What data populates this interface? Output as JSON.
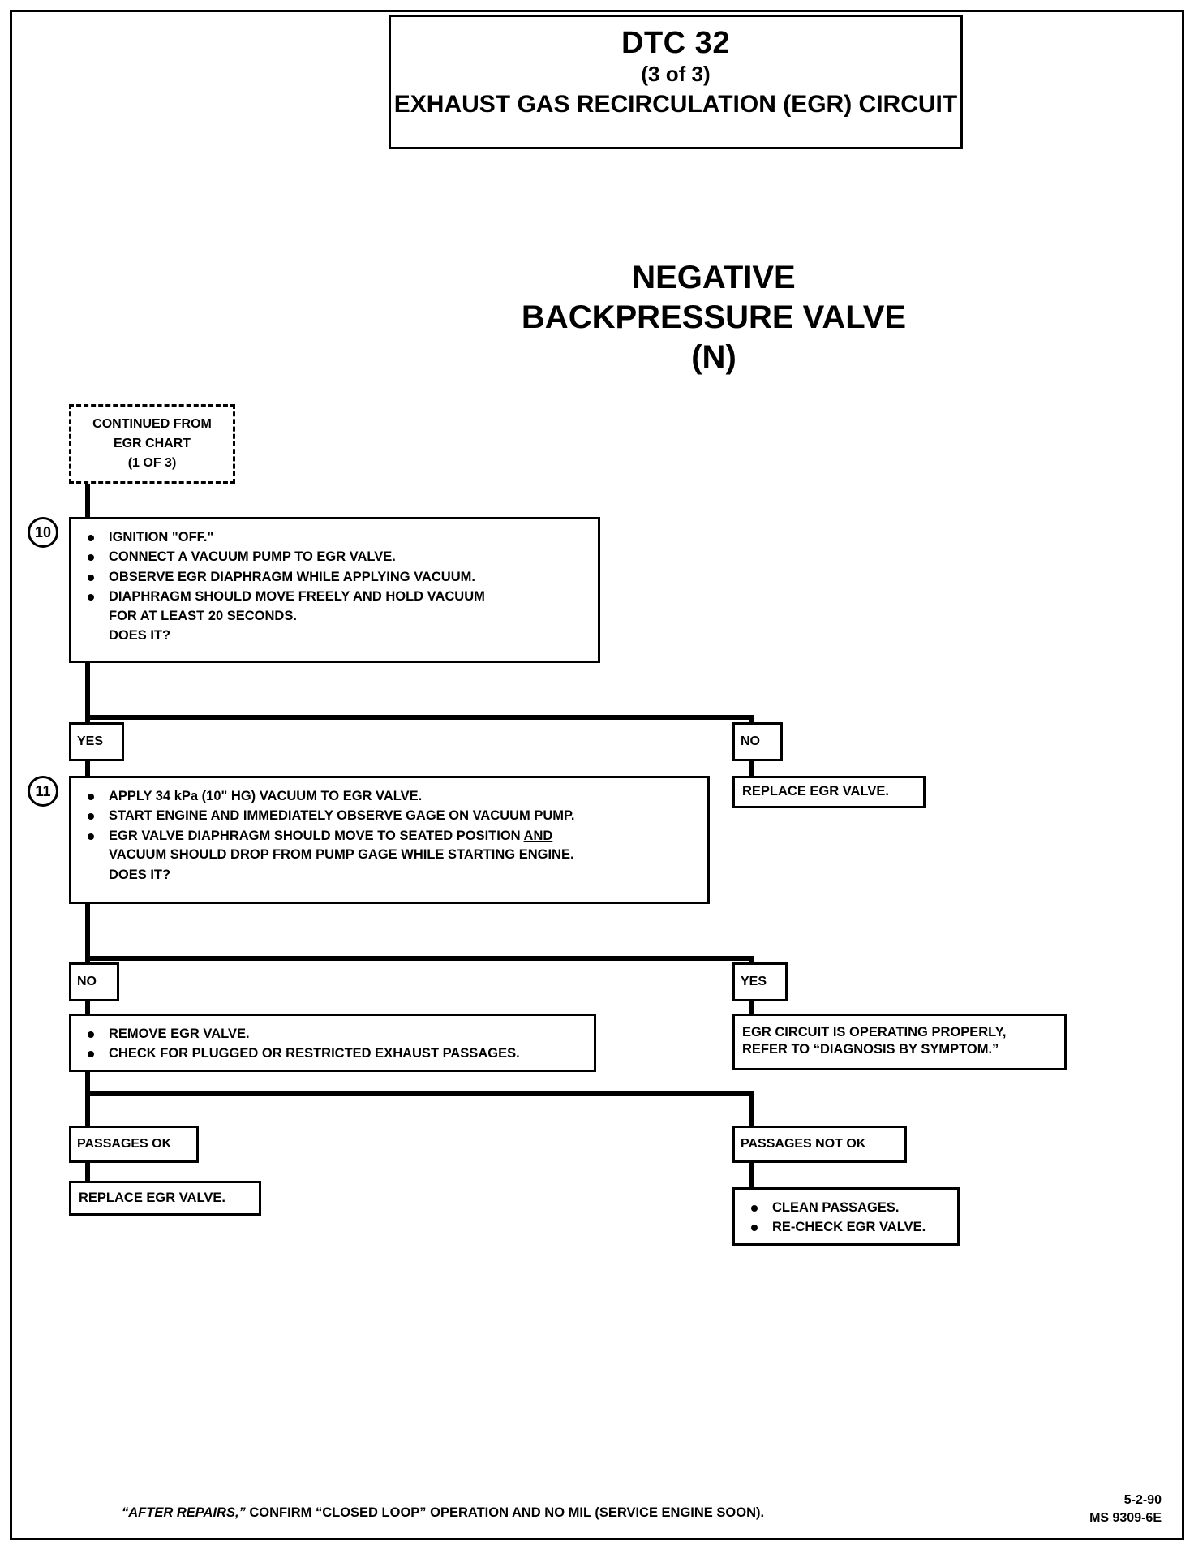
{
  "header": {
    "dtc": "DTC 32",
    "page_of": "(3 of 3)",
    "title": "EXHAUST GAS RECIRCULATION (EGR) CIRCUIT"
  },
  "section_heading": {
    "line1": "NEGATIVE",
    "line2": "BACKPRESSURE VALVE",
    "line3": "(N)"
  },
  "flow": {
    "continued_from": {
      "line1": "CONTINUED FROM",
      "line2": "EGR CHART",
      "line3": "(1 OF 3)"
    },
    "step10": {
      "number": "10",
      "b1": "IGNITION \"OFF.\"",
      "b2": "CONNECT A VACUUM PUMP TO EGR VALVE.",
      "b3": "OBSERVE EGR DIAPHRAGM WHILE APPLYING VACUUM.",
      "b4": "DIAPHRAGM SHOULD MOVE FREELY AND HOLD VACUUM\nFOR AT LEAST 20 SECONDS.",
      "b5": "DOES IT?"
    },
    "decision1": {
      "yes": "YES",
      "no": "NO"
    },
    "replace_egr_valve_1": "REPLACE EGR VALVE.",
    "step11": {
      "number": "11",
      "b1": "APPLY 34 kPa (10\" HG) VACUUM TO EGR VALVE.",
      "b2": "START ENGINE AND IMMEDIATELY OBSERVE GAGE ON VACUUM PUMP.",
      "b3_part1": "EGR VALVE DIAPHRAGM SHOULD MOVE TO SEATED POSITION ",
      "b3_underline": "AND",
      "b3_part2": "VACUUM SHOULD DROP FROM PUMP GAGE WHILE STARTING ENGINE.",
      "b4": "DOES IT?"
    },
    "decision2": {
      "no": "NO",
      "yes": "YES"
    },
    "remove_check": {
      "b1": "REMOVE EGR VALVE.",
      "b2": "CHECK FOR PLUGGED OR RESTRICTED EXHAUST PASSAGES."
    },
    "egr_ok": {
      "line1": "EGR CIRCUIT IS OPERATING PROPERLY,",
      "line2": "REFER TO “DIAGNOSIS BY SYMPTOM.”"
    },
    "passages_ok": "PASSAGES OK",
    "passages_not_ok": "PASSAGES NOT OK",
    "replace_egr_valve_2": "REPLACE EGR VALVE.",
    "clean": {
      "b1": "CLEAN PASSAGES.",
      "b2": "RE-CHECK EGR VALVE."
    }
  },
  "footer": {
    "note_italic": "“AFTER REPAIRS,”",
    "note_rest": " CONFIRM “CLOSED LOOP” OPERATION AND NO MIL (SERVICE ENGINE SOON).",
    "date": "5-2-90",
    "code": "MS 9309-6E"
  }
}
